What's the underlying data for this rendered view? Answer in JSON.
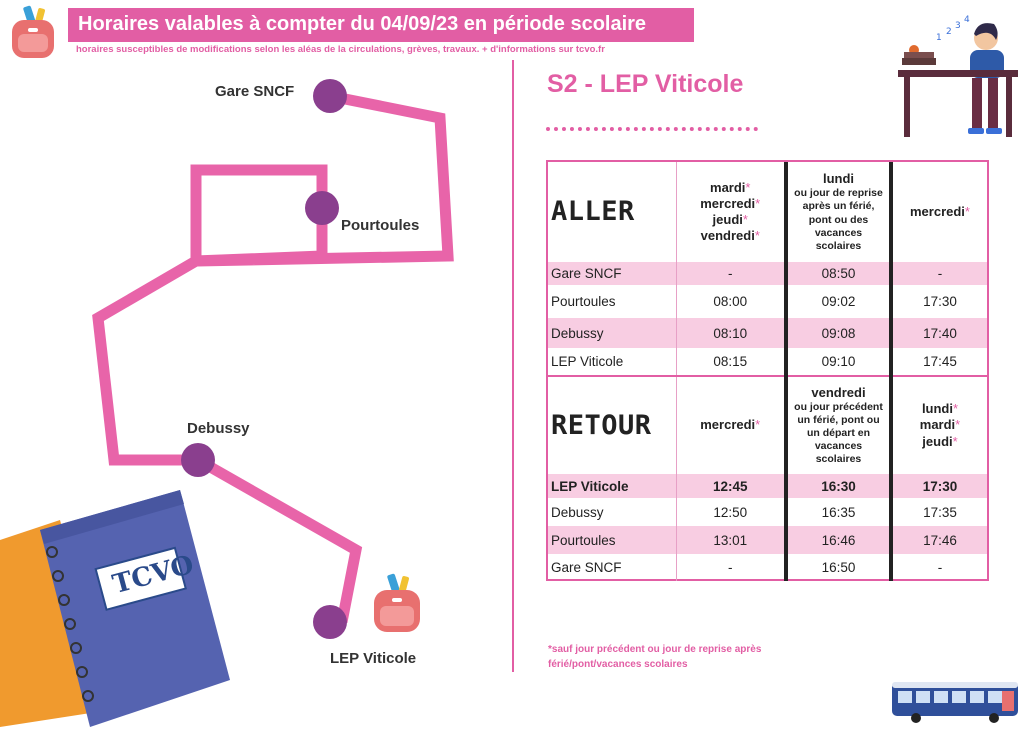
{
  "header": {
    "title": "Horaires valables à compter du 04/09/23 en période scolaire",
    "subtitle": "horaires susceptibles de modifications selon les aléas de la circulations, grèves, travaux. + d'informations sur tcvo.fr"
  },
  "route": {
    "name": "S2 - LEP Viticole"
  },
  "map": {
    "stops": [
      "Gare SNCF",
      "Pourtoules",
      "Debussy",
      "LEP Viticole"
    ],
    "logo_text": "TCVO"
  },
  "star": "*",
  "aller": {
    "label": "ALLER",
    "col1": [
      "mardi",
      "mercredi",
      "jeudi",
      "vendredi"
    ],
    "col2": {
      "main": "lundi",
      "sub": "ou jour de reprise après un férié, pont ou des vacances scolaires"
    },
    "col3": [
      "mercredi"
    ],
    "rows": [
      {
        "stop": "Gare SNCF",
        "t": [
          "-",
          "08:50",
          "-"
        ]
      },
      {
        "stop": "Pourtoules",
        "t": [
          "08:00",
          "09:02",
          "17:30"
        ]
      },
      {
        "stop": "Debussy",
        "t": [
          "08:10",
          "09:08",
          "17:40"
        ]
      },
      {
        "stop": "LEP Viticole",
        "t": [
          "08:15",
          "09:10",
          "17:45"
        ]
      }
    ]
  },
  "retour": {
    "label": "RETOUR",
    "col1": [
      "mercredi"
    ],
    "col2": {
      "main": "vendredi",
      "sub": "ou jour précédent un férié, pont ou un départ en vacances scolaires"
    },
    "col3": [
      "lundi",
      "mardi",
      "jeudi"
    ],
    "rows": [
      {
        "stop": "LEP Viticole",
        "t": [
          "12:45",
          "16:30",
          "17:30"
        ]
      },
      {
        "stop": "Debussy",
        "t": [
          "12:50",
          "16:35",
          "17:35"
        ]
      },
      {
        "stop": "Pourtoules",
        "t": [
          "13:01",
          "16:46",
          "17:46"
        ]
      },
      {
        "stop": "Gare SNCF",
        "t": [
          "-",
          "16:50",
          "-"
        ]
      }
    ]
  },
  "footnote": "*sauf jour précédent ou jour de reprise après férié/pont/vacances scolaires",
  "colors": {
    "accent": "#e25ea4",
    "stop": "#8a3f8e",
    "row_alt": "#f8cde2"
  }
}
